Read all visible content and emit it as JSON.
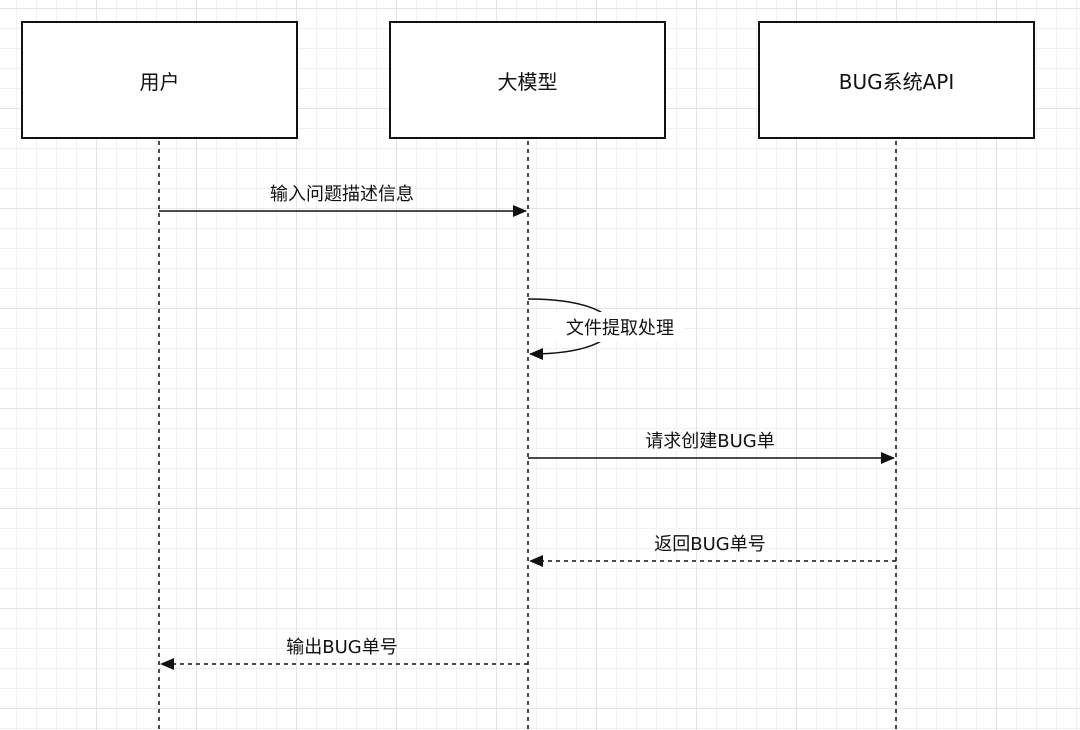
{
  "participants": {
    "user": "用户",
    "llm": "大模型",
    "bug_api": "BUG系统API"
  },
  "messages": [
    {
      "from": "user",
      "to": "llm",
      "label": "输入问题描述信息",
      "style": "solid"
    },
    {
      "from": "llm",
      "to": "llm",
      "label": "文件提取处理",
      "style": "solid"
    },
    {
      "from": "llm",
      "to": "bug_api",
      "label": "请求创建BUG单",
      "style": "solid"
    },
    {
      "from": "bug_api",
      "to": "llm",
      "label": "返回BUG单号",
      "style": "dashed"
    },
    {
      "from": "llm",
      "to": "user",
      "label": "输出BUG单号",
      "style": "dashed"
    }
  ]
}
